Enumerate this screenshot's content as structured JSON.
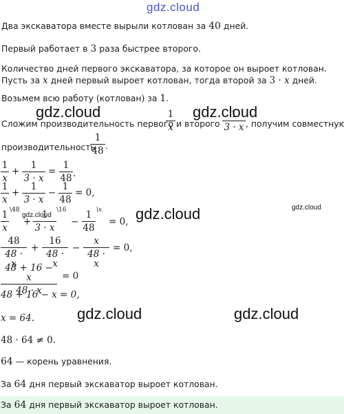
{
  "watermarks": {
    "top": "gdz.cloud",
    "big": "gdz.cloud",
    "small": "gdz.cloud"
  },
  "lines": {
    "l1_pre": "Два экскаватора вместе вырыли котлован за ",
    "l1_num": "40",
    "l1_post": " дней.",
    "l2_pre": "Первый работает в ",
    "l2_num": "3",
    "l2_post": " раза быстрее второго.",
    "l3": "Количество дней первого экскаватора, за которое он выроет котлован.",
    "l4_pre": "Пусть за ",
    "l4_var": "x",
    "l4_mid": " дней первый выроет котлован, тогда второй за ",
    "l4_expr1": "3 · ",
    "l4_var2": "x",
    "l4_post": " дней.",
    "l5_pre": "Возьмем всю работу (котлован) за ",
    "l5_num": "1",
    "l5_post": ".",
    "l6_pre": "Сложим производительность первого ",
    "l6_mid": " и второго ",
    "l6_post": ", получим совместную",
    "l7_pre": "производительность ",
    "l7_post": "."
  },
  "math": {
    "one": "1",
    "x": "x",
    "three_x": "3 · x",
    "n48": "48",
    "n16": "16",
    "eq48": "= ",
    "plus": "+",
    "minus": "−",
    "eq_zero": "= 0,",
    "eq_zero_dot": "= 0",
    "dot_end": ".",
    "sup48": "\\48",
    "sup16": "\\16",
    "supx": "\\x",
    "num_combined": "48 + 16 − x",
    "den_combined": "48 · x",
    "den48x": "48 · x",
    "line_lin": "48 + 16 − x = 0,",
    "line_sol": "x = 64.",
    "line_check": "48 · 64 ≠ 0.",
    "root_num": "64",
    "root_text": " — корень уравнения."
  },
  "conclusion": {
    "pre": "За ",
    "num": "64",
    "post": " дня первый экскаватор выроет котлован."
  },
  "answer": {
    "pre": "За ",
    "num": "64",
    "post": " дня первый экскаватор выроет котлован.",
    "bg": "#e6f7ea"
  },
  "colors": {
    "watermark_top": "#4a55c8",
    "answer_bg": "#e6f7ea"
  }
}
